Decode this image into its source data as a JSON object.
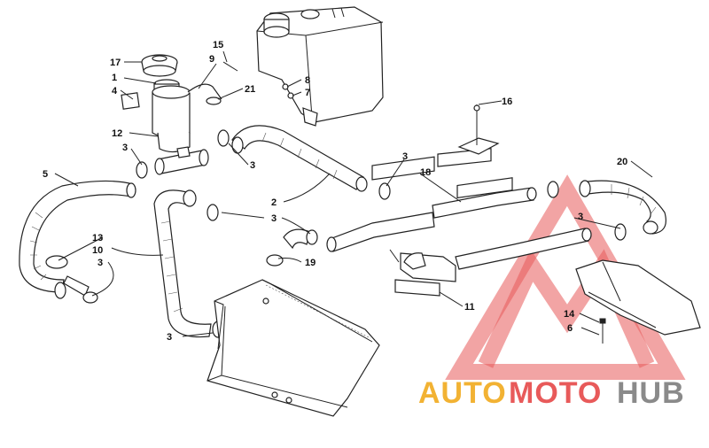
{
  "callouts": [
    {
      "id": "c1",
      "text": "1"
    },
    {
      "id": "c2",
      "text": "2"
    },
    {
      "id": "c3a",
      "text": "3"
    },
    {
      "id": "c3b",
      "text": "3"
    },
    {
      "id": "c3c",
      "text": "3"
    },
    {
      "id": "c3d",
      "text": "3"
    },
    {
      "id": "c3e",
      "text": "3"
    },
    {
      "id": "c3f",
      "text": "3"
    },
    {
      "id": "c3g",
      "text": "3"
    },
    {
      "id": "c4",
      "text": "4"
    },
    {
      "id": "c5",
      "text": "5"
    },
    {
      "id": "c6",
      "text": "6"
    },
    {
      "id": "c7",
      "text": "7"
    },
    {
      "id": "c8",
      "text": "8"
    },
    {
      "id": "c9",
      "text": "9"
    },
    {
      "id": "c10",
      "text": "10"
    },
    {
      "id": "c11",
      "text": "11"
    },
    {
      "id": "c12",
      "text": "12"
    },
    {
      "id": "c13",
      "text": "13"
    },
    {
      "id": "c14",
      "text": "14"
    },
    {
      "id": "c15",
      "text": "15"
    },
    {
      "id": "c16",
      "text": "16"
    },
    {
      "id": "c17",
      "text": "17"
    },
    {
      "id": "c18",
      "text": "18"
    },
    {
      "id": "c19",
      "text": "19"
    },
    {
      "id": "c20",
      "text": "20"
    },
    {
      "id": "c21",
      "text": "21"
    }
  ],
  "watermark": {
    "word_auto": "AUTO",
    "word_moto": "MOTO",
    "word_hub": "HUB",
    "color_auto": "#f2b233",
    "color_moto": "#e85a5a",
    "color_hub": "#8a8a8a"
  }
}
